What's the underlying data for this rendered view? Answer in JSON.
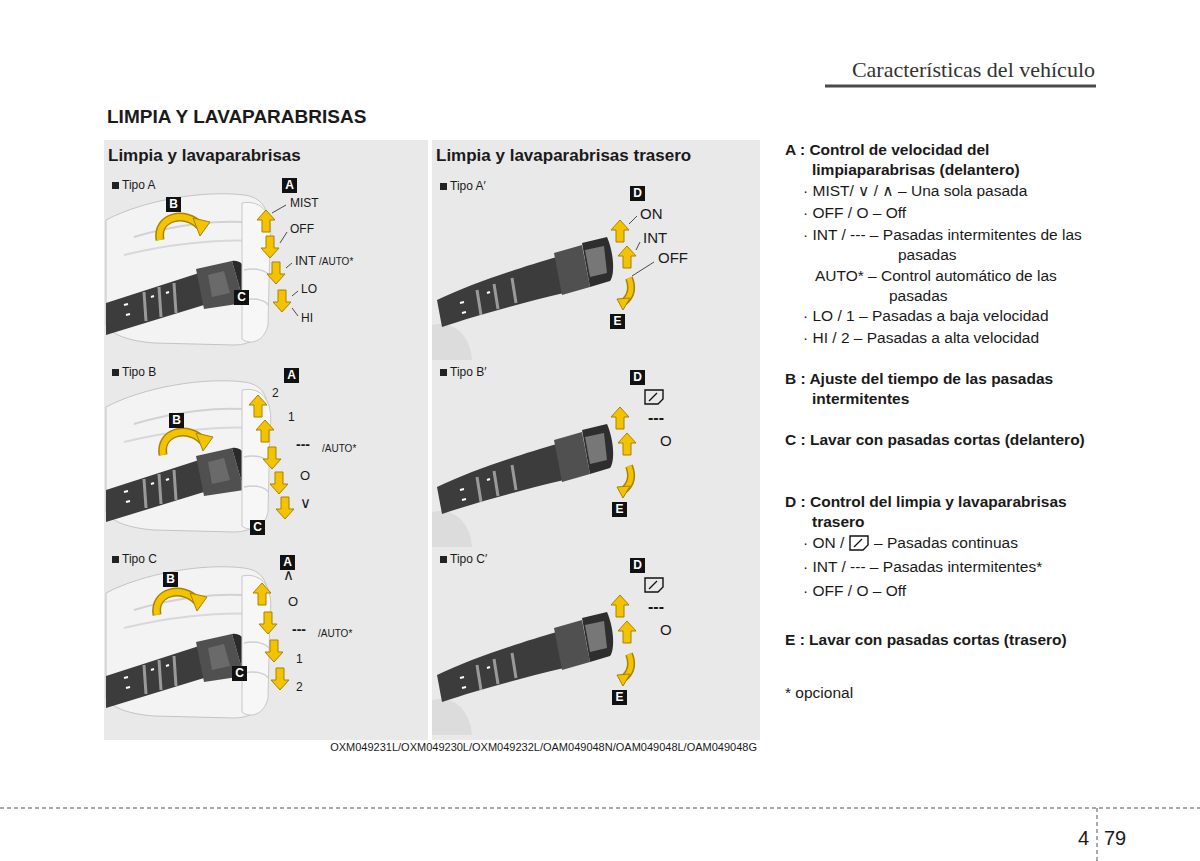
{
  "diagram": {
    "title": "LIMPIA Y LAVAPARABRISAS",
    "nodes": [
      {
        "text": [
          "Limpia y lavaparabrisas"
        ]
      },
      {
        "text": [
          "A"
        ],
        "in": 0
      },
      {
        "text": [
          "B"
        ],
        "in": 0
      },
      {
        "text": [
          "C"
        ],
        "in": 0
      },
      {
        "text": [
          "A"
        ],
        "in": 0
      },
      {
        "text": [
          "B"
        ],
        "in": 0
      },
      {
        "text": [
          "C"
        ],
        "in": 0
      },
      {
        "text": [
          "A"
        ],
        "in": 0
      },
      {
        "text": [
          "B"
        ],
        "in": 0
      },
      {
        "text": [
          "C"
        ],
        "in": 0
      },
      {
        "text": [
          "Limpia y lavaparabrisas trasero"
        ]
      },
      {
        "text": [
          "D"
        ],
        "in": 10
      },
      {
        "text": [
          "E"
        ],
        "in": 10
      },
      {
        "text": [
          "D"
        ],
        "in": 10
      },
      {
        "text": [
          "E"
        ],
        "in": 10
      },
      {
        "text": [
          "D"
        ],
        "in": 10
      },
      {
        "text": [
          "E"
        ],
        "in": 10
      }
    ],
    "labels": [
      "Características del vehículo",
      "Tipo A",
      "MIST",
      "OFF",
      "INT",
      "/AUTO*",
      "LO",
      "HI",
      "Tipo B",
      "2",
      "1",
      "---",
      "/AUTO*",
      "O",
      "∨",
      "Tipo C",
      "∧",
      "O",
      "---",
      "/AUTO*",
      "1",
      "2",
      "Tipo A′",
      "ON",
      "INT",
      "OFF",
      "Tipo B′",
      "---",
      "O",
      "Tipo C′",
      "---",
      "O",
      "A : Control de velocidad del limpiaparabrisas (delantero)",
      "· MIST/ ∨ / ∧ – Una sola pasada",
      "· OFF / O – Off",
      "· INT / --- – Pasadas intermitentes de las pasadas",
      "AUTO* – Control automático de las pasadas",
      "· LO / 1 – Pasadas a baja velocidad",
      "· HI / 2 – Pasadas a alta velocidad",
      "B : Ajuste del tiempo de las pasadas intermitentes",
      "C : Lavar con pasadas cortas (delantero)",
      "D : Control del limpia y lavaparabrisas trasero",
      "· ON /",
      "– Pasadas continuas",
      "· INT / --- – Pasadas intermitentes*",
      "· OFF / O – Off",
      "E : Lavar con pasadas cortas (trasero)",
      "* opcional",
      "OXM049231L/OXM049230L/OXM049232L/OAM049048N/OAM049048L/OAM049048G",
      "4",
      "79"
    ]
  }
}
